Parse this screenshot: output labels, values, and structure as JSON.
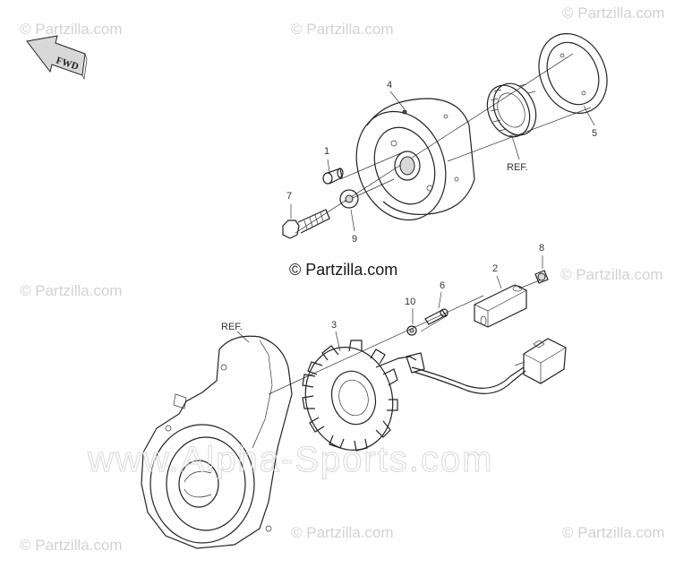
{
  "watermarks": {
    "partzilla_small": "© Partzilla.com",
    "partzilla_center": "© Partzilla.com",
    "alpha_sports": "www.Alpha-Sports.com"
  },
  "direction": {
    "label": "FWD"
  },
  "references": {
    "ref_upper": "REF.",
    "ref_lower": "REF."
  },
  "callouts": {
    "c1": "1",
    "c2": "2",
    "c3": "3",
    "c4": "4",
    "c5": "5",
    "c6": "6",
    "c7": "7",
    "c8": "8",
    "c9": "9",
    "c10": "10"
  },
  "icons": {
    "fwd": "fwd-arrow-icon",
    "stator": "stator-coil-icon",
    "flywheel": "flywheel-rotor-icon"
  }
}
